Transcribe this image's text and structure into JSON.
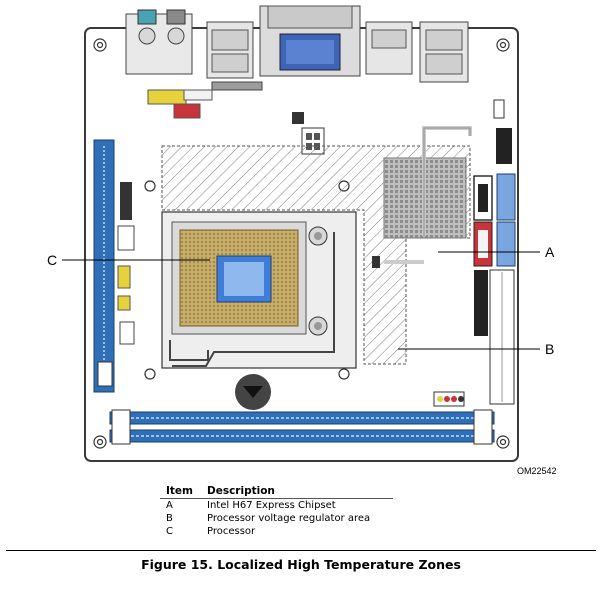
{
  "callouts": {
    "a": "A",
    "b": "B",
    "c": "C"
  },
  "drawing_id": "OM22542",
  "legend": {
    "headers": {
      "item": "Item",
      "description": "Description"
    },
    "rows": [
      {
        "item": "A",
        "description": "Intel H67 Express Chipset"
      },
      {
        "item": "B",
        "description": "Processor voltage regulator area"
      },
      {
        "item": "C",
        "description": "Processor"
      }
    ]
  },
  "caption": "Figure 15.  Localized High Temperature Zones",
  "colors": {
    "board_outline": "#3a3a3a",
    "slot_blue": "#2f6fb8",
    "socket_gold": "#b99a55",
    "hatch": "#777777",
    "connector_red": "#c8343a",
    "connector_yellow": "#e8d23c"
  }
}
